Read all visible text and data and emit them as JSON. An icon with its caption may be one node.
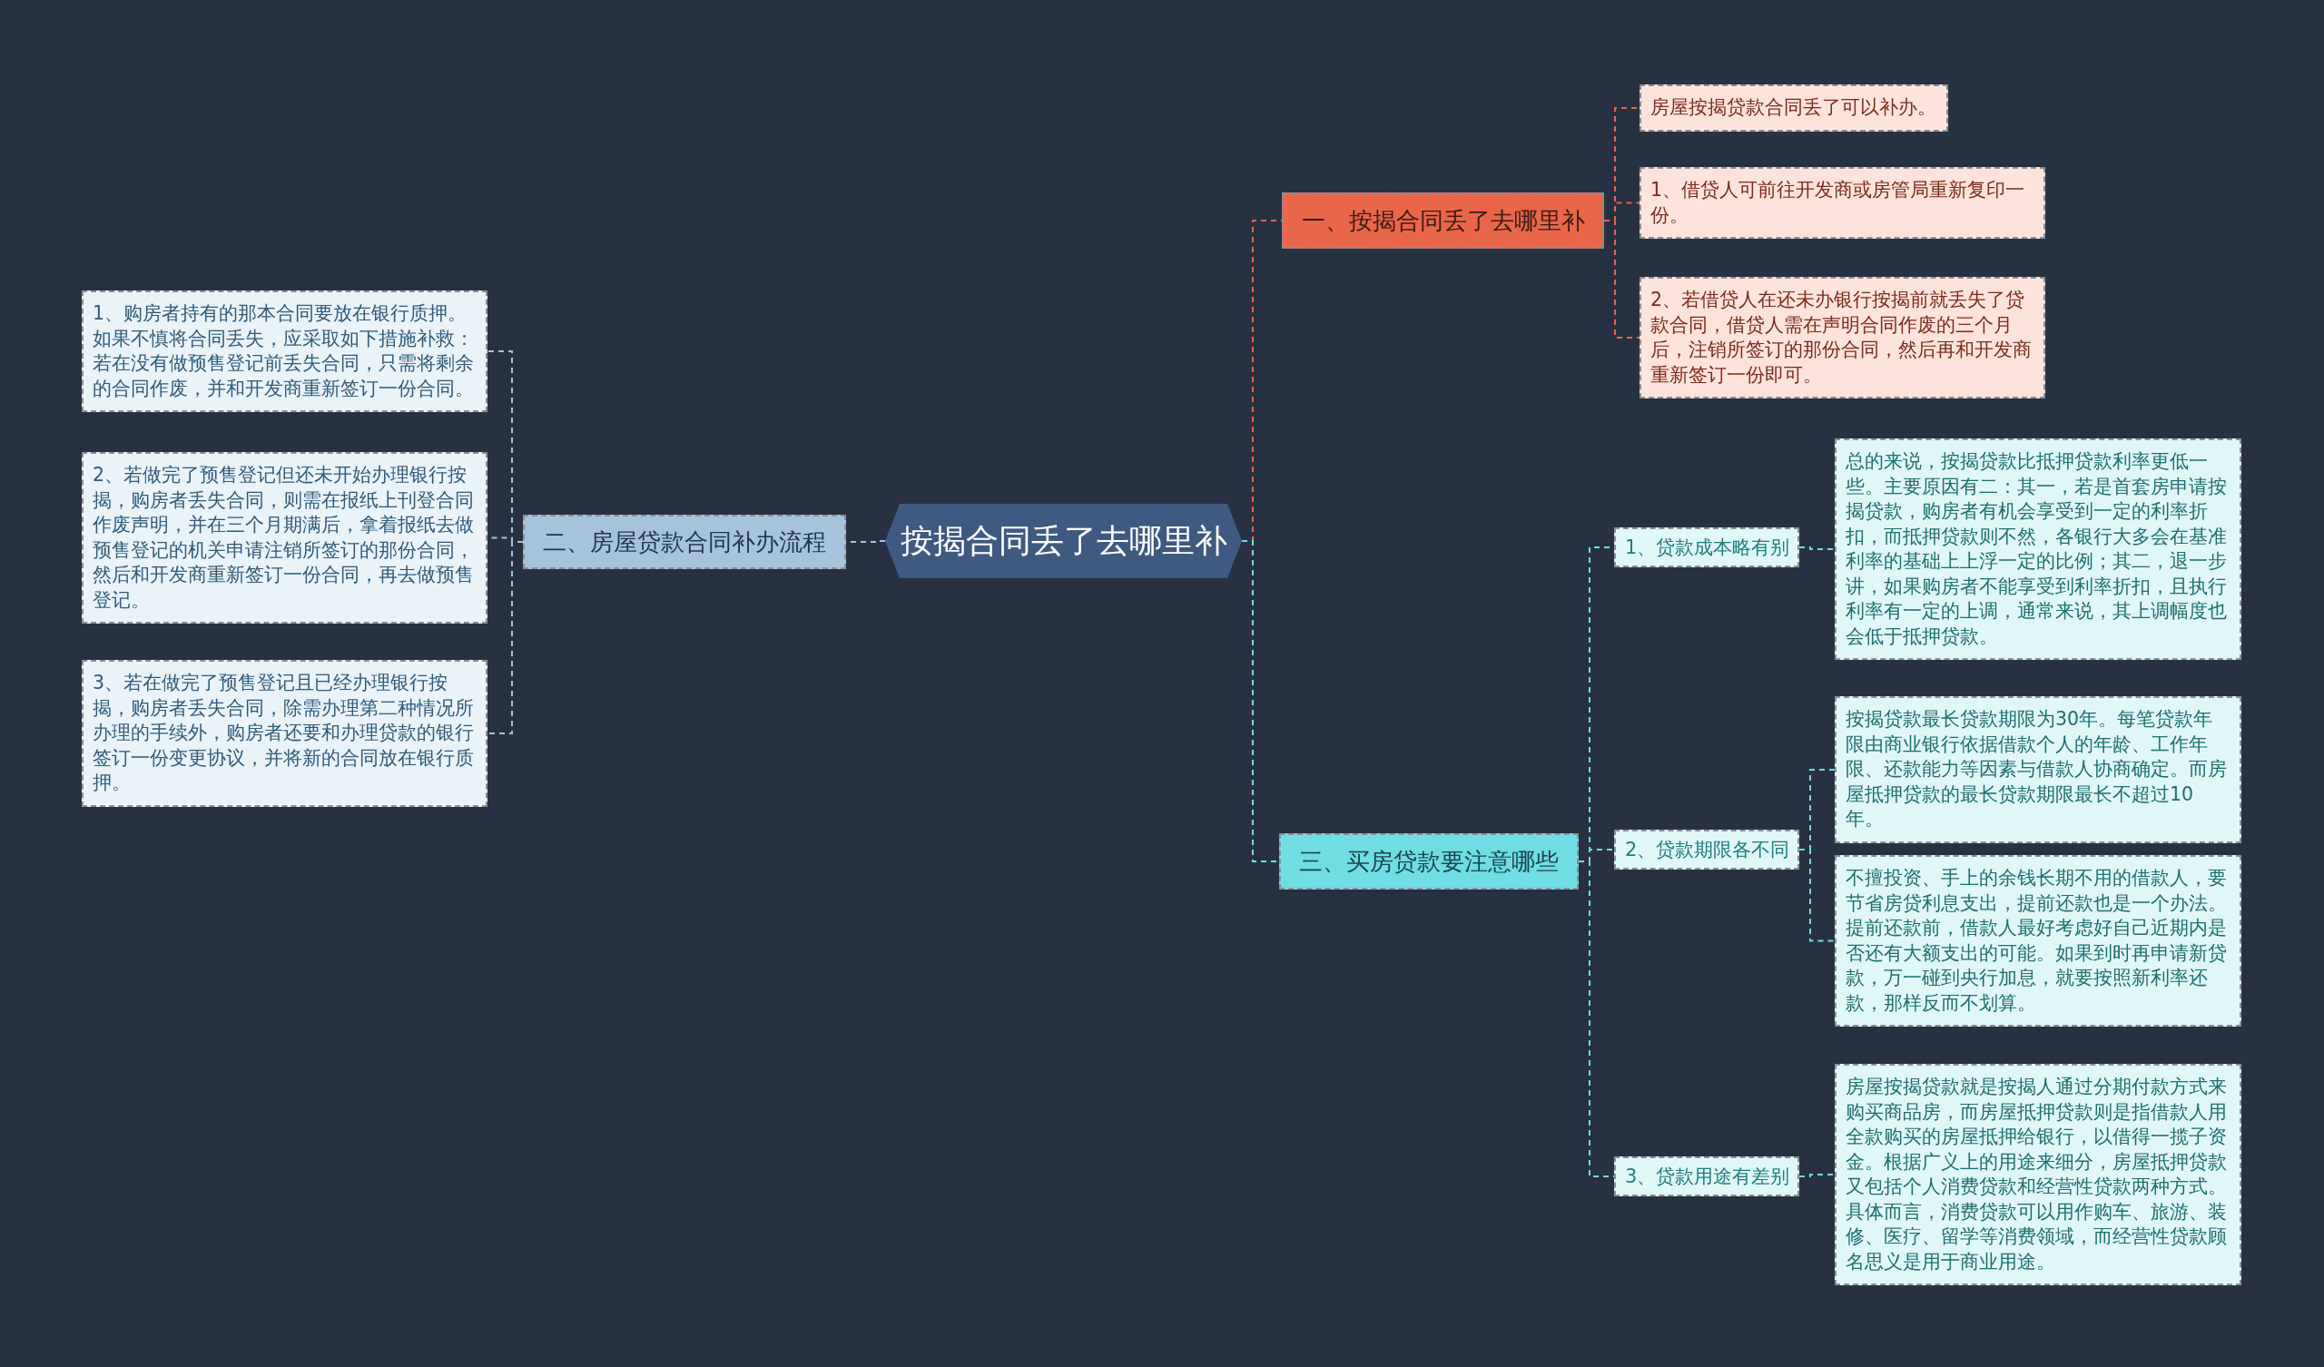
{
  "diagram": {
    "nodes": [
      {
        "text": [
          "按揭合同丢了去哪里补"
        ]
      },
      {
        "text": [
          "一、按揭合同丢了去哪里补"
        ]
      },
      {
        "text": [
          "房屋按揭贷款合同丢了可以补办。"
        ]
      },
      {
        "text": [
          "1、借贷人可前往开发商或房管局重新复印一份。"
        ]
      },
      {
        "text": [
          "2、若借贷人在还未办银行按揭前就丢失了贷款合同，借贷人需在声明合同作废的三个月后，注销所签订的那份合同，然后再和开发商重新签订一份即可。"
        ]
      },
      {
        "text": [
          "二、房屋贷款合同补办流程"
        ]
      },
      {
        "text": [
          "1、购房者持有的那本合同要放在银行质押。如果不慎将合同丢失，应采取如下措施补救：若在没有做预售登记前丢失合同，只需将剩余的合同作废，并和开发商重新签订一份合同。"
        ]
      },
      {
        "text": [
          "2、若做完了预售登记但还未开始办理银行按揭，购房者丢失合同，则需在报纸上刊登合同作废声明，并在三个月期满后，拿着报纸去做预售登记的机关申请注销所签订的那份合同，然后和开发商重新签订一份合同，再去做预售登记。"
        ]
      },
      {
        "text": [
          "3、若在做完了预售登记且已经办理银行按揭，购房者丢失合同，除需办理第二种情况所办理的手续外，购房者还要和办理贷款的银行签订一份变更协议，并将新的合同放在银行质押。"
        ]
      },
      {
        "text": [
          "三、买房贷款要注意哪些"
        ]
      },
      {
        "text": [
          "1、贷款成本略有别"
        ]
      },
      {
        "text": [
          "总的来说，按揭贷款比抵押贷款利率更低一些。主要原因有二：其一，若是首套房申请按揭贷款，购房者有机会享受到一定的利率折扣，而抵押贷款则不然，各银行大多会在基准利率的基础上上浮一定的比例；其二，退一步讲，如果购房者不能享受到利率折扣，且执行利率有一定的上调，通常来说，其上调幅度也会低于抵押贷款。"
        ]
      },
      {
        "text": [
          "2、贷款期限各不同"
        ]
      },
      {
        "text": [
          "按揭贷款最长贷款期限为30年。每笔贷款年限由商业银行依据借款个人的年龄、工作年限、还款能力等因素与借款人协商确定。而房屋抵押贷款的最长贷款期限最长不超过10年。"
        ]
      },
      {
        "text": [
          "不擅投资、手上的余钱长期不用的借款人，要节省房贷利息支出，提前还款也是一个办法。提前还款前，借款人最好考虑好自己近期内是否还有大额支出的可能。如果到时再申请新贷款，万一碰到央行加息，就要按照新利率还款，那样反而不划算。"
        ]
      },
      {
        "text": [
          "3、贷款用途有差别"
        ]
      },
      {
        "text": [
          "房屋按揭贷款就是按揭人通过分期付款方式来购买商品房，而房屋抵押贷款则是指借款人用全款购买的房屋抵押给银行，以借得一揽子资金。根据广义上的用途来细分，房屋抵押贷款又包括个人消费贷款和经营性贷款两种方式。具体而言，消费贷款可以用作购车、旅游、装修、医疗、留学等消费领域，而经营性贷款顾名思义是用于商业用途。"
        ]
      }
    ],
    "edges": [
      {
        "from": 0,
        "to": 1,
        "arrow": "none",
        "style": "dashed",
        "color": "#e8664a"
      },
      {
        "from": 1,
        "to": 2,
        "arrow": "none",
        "style": "dashed",
        "color": "#e8664a"
      },
      {
        "from": 1,
        "to": 3,
        "arrow": "none",
        "style": "dashed",
        "color": "#e8664a"
      },
      {
        "from": 1,
        "to": 4,
        "arrow": "none",
        "style": "dashed",
        "color": "#e8664a"
      },
      {
        "from": 0,
        "to": 5,
        "arrow": "none",
        "style": "dashed",
        "color": "#a6c3dd"
      },
      {
        "from": 5,
        "to": 6,
        "arrow": "none",
        "style": "dashed",
        "color": "#a6c3dd"
      },
      {
        "from": 5,
        "to": 7,
        "arrow": "none",
        "style": "dashed",
        "color": "#a6c3dd"
      },
      {
        "from": 5,
        "to": 8,
        "arrow": "none",
        "style": "dashed",
        "color": "#a6c3dd"
      },
      {
        "from": 0,
        "to": 9,
        "arrow": "none",
        "style": "dashed"
      },
      {
        "from": 9,
        "to": 10,
        "arrow": "none",
        "style": "dashed"
      },
      {
        "from": 10,
        "to": 11,
        "arrow": "none",
        "style": "dashed"
      },
      {
        "from": 9,
        "to": 12,
        "arrow": "none",
        "style": "dashed"
      },
      {
        "from": 12,
        "to": 13,
        "arrow": "none",
        "style": "dashed"
      },
      {
        "from": 12,
        "to": 14,
        "arrow": "none",
        "style": "dashed"
      },
      {
        "from": 9,
        "to": 15,
        "arrow": "none",
        "style": "dashed"
      },
      {
        "from": 15,
        "to": 16,
        "arrow": "none",
        "style": "dashed"
      }
    ]
  }
}
